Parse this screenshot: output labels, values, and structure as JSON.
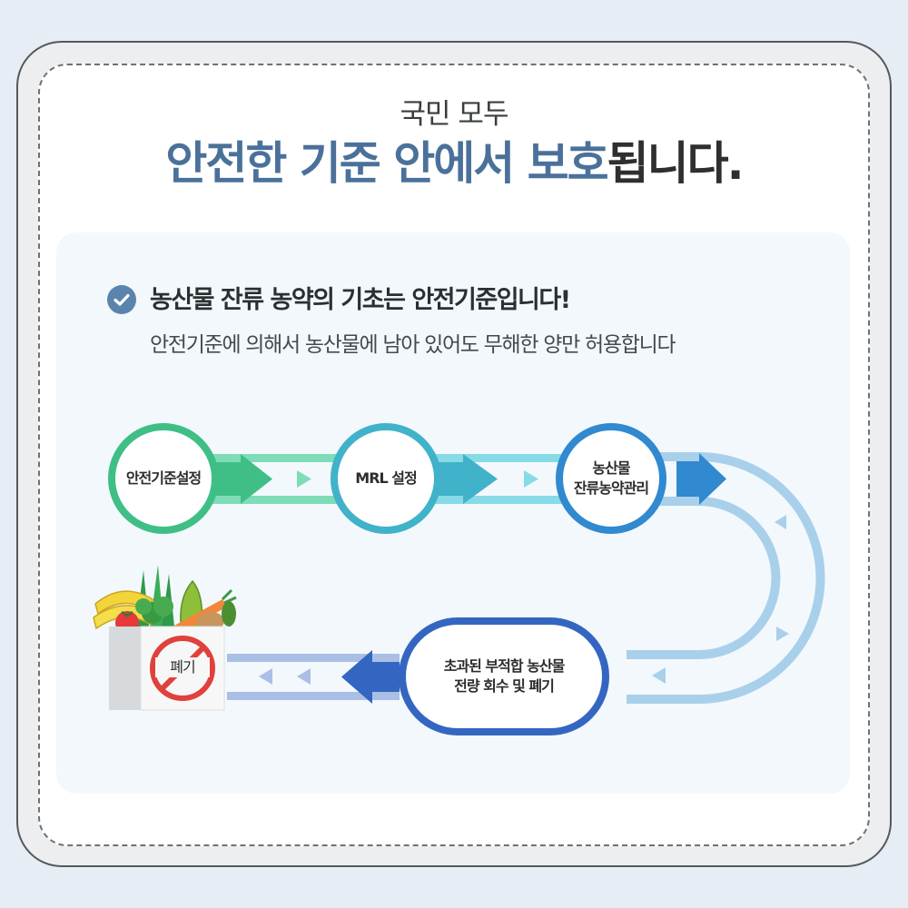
{
  "header": {
    "subtitle": "국민 모두",
    "title_blue": "안전한 기준 안에서 보호",
    "title_dark": "됩니다."
  },
  "info": {
    "title": "농산물 잔류 농약의 기초는 안전기준입니다!",
    "description": "안전기준에 의해서 농산물에 남아 있어도 무해한 양만 허용합니다"
  },
  "flow": {
    "steps": [
      {
        "label": "안전기준설정",
        "color": "#3fbf85"
      },
      {
        "label": "MRL 설정",
        "color": "#40b2c9"
      },
      {
        "label_line1": "농산물",
        "label_line2": "잔류농약관리",
        "color": "#3189cf"
      },
      {
        "label_line1": "초과된 부적합 농산물",
        "label_line2": "전량 회수 및 폐기",
        "color": "#3466c1"
      }
    ],
    "disposal_label": "폐기",
    "colors": {
      "green_light": "#7fdcb8",
      "teal_light": "#86dbe6",
      "blue_light": "#a9d0eb",
      "navy_light": "#a9bfe6",
      "prohibit": "#e0413c"
    }
  }
}
